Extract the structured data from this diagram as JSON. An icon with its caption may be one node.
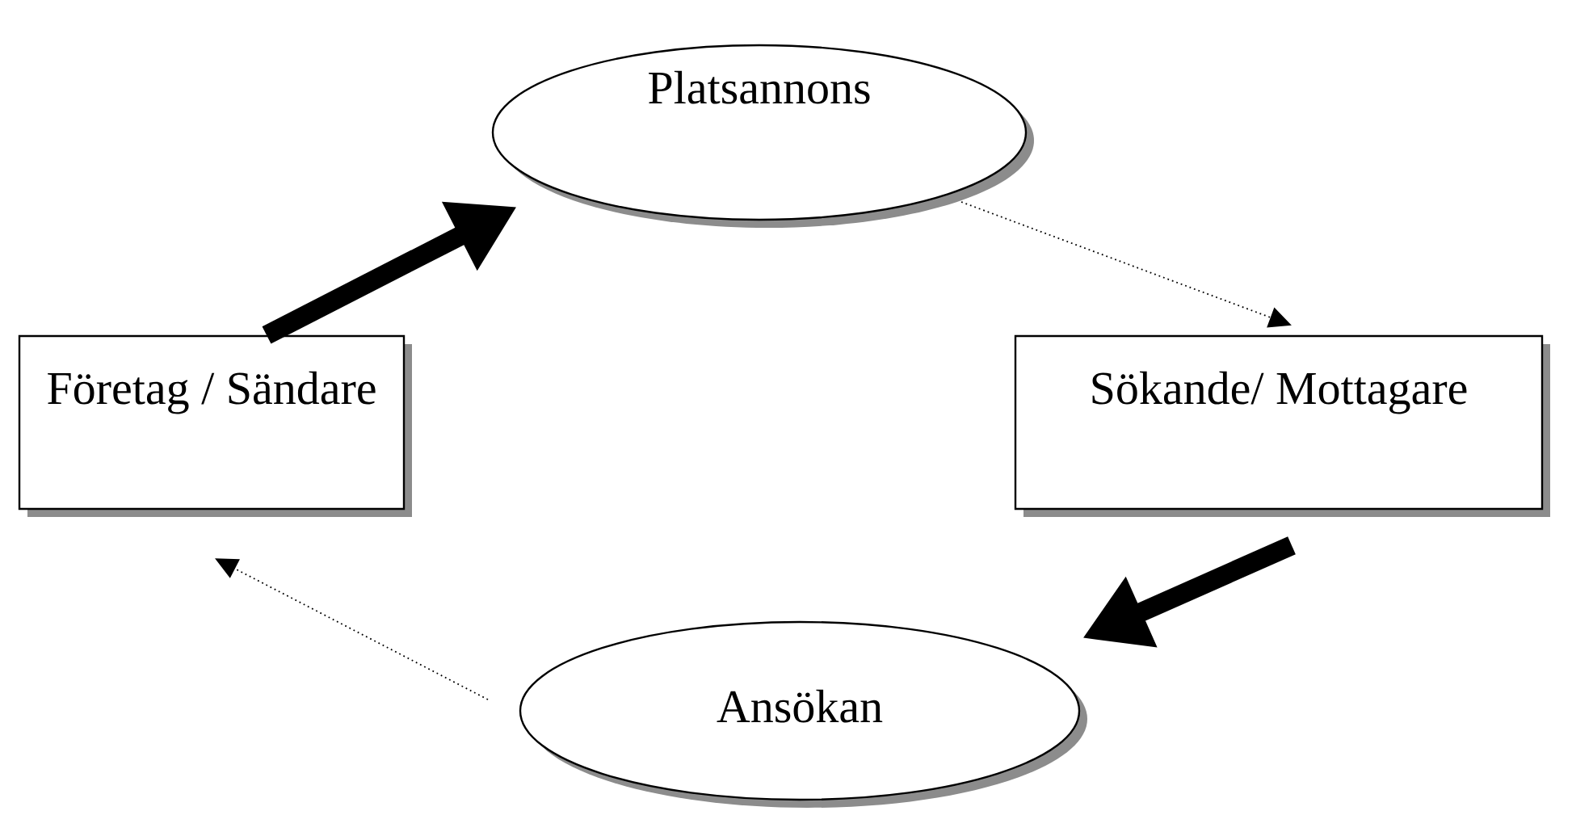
{
  "diagram": {
    "nodes": [
      {
        "text": [
          "Platsannons"
        ]
      },
      {
        "text": [
          "Företag / Sändare"
        ]
      },
      {
        "text": [
          "Sökande/ Mottagare"
        ]
      },
      {
        "text": [
          "Ansökan"
        ]
      }
    ],
    "edges": [
      {
        "from": 1,
        "to": 0,
        "arrow": "to",
        "style": "thick"
      },
      {
        "from": 0,
        "to": 2,
        "arrow": "to",
        "style": "dashed"
      },
      {
        "from": 2,
        "to": 3,
        "arrow": "to",
        "style": "thick"
      },
      {
        "from": 3,
        "to": 1,
        "arrow": "to",
        "style": "dashed"
      }
    ]
  }
}
